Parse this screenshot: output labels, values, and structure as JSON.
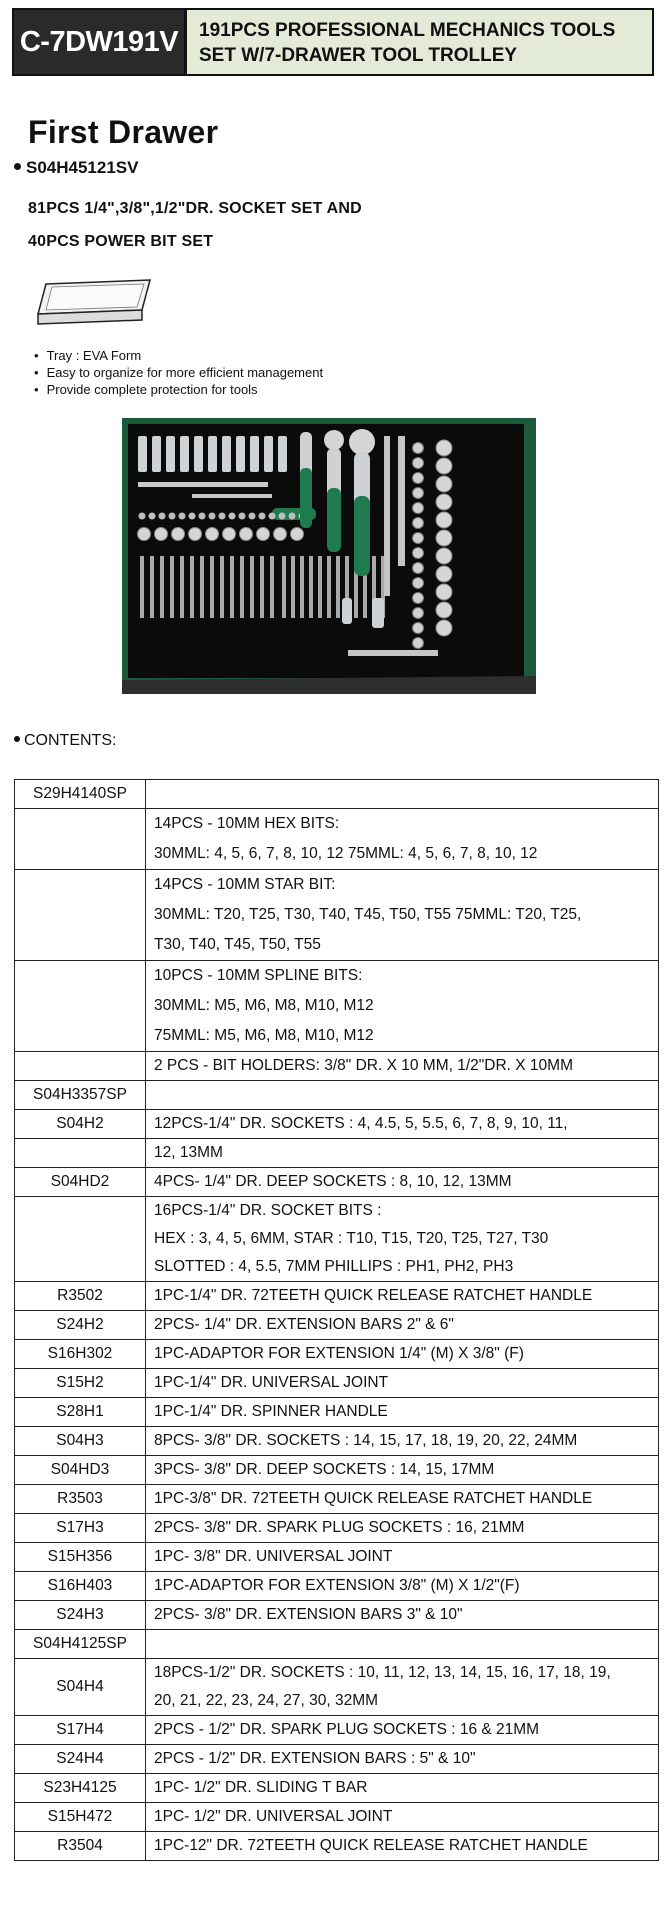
{
  "header": {
    "model": "C-7DW191V",
    "title_line1": "191PCS PROFESSIONAL MECHANICS TOOLS",
    "title_line2": "SET  W/7-DRAWER TOOL TROLLEY"
  },
  "drawer": {
    "title": "First Drawer",
    "set_code": "S04H45121SV",
    "desc_line1": "81PCS 1/4\",3/8\",1/2\"DR. SOCKET SET AND",
    "desc_line2": "40PCS POWER BIT SET"
  },
  "features": [
    "Tray : EVA Form",
    "Easy to organize for more efficient management",
    "Provide complete protection for tools"
  ],
  "contents_heading": "CONTENTS:",
  "colors": {
    "header_bg": "#e4ead8",
    "model_bg": "#2a2a2a",
    "eva_tray": "#0b0b0b",
    "handle_green": "#1f7a50"
  },
  "rows": [
    {
      "code": "S29H4140SP",
      "lines": [
        ""
      ]
    },
    {
      "code": "",
      "lines": [
        "14PCS - 10MM HEX BITS:",
        "30MML: 4, 5, 6, 7, 8, 10, 12      75MML: 4, 5, 6, 7, 8, 10, 12"
      ]
    },
    {
      "code": "",
      "lines": [
        "14PCS - 10MM STAR BIT:",
        "30MML: T20, T25, T30, T40, T45, T50, T55   75MML: T20, T25,",
        "T30, T40, T45, T50, T55"
      ]
    },
    {
      "code": "",
      "lines": [
        "10PCS - 10MM SPLINE BITS:",
        "30MML: M5, M6, M8, M10, M12",
        "75MML: M5, M6, M8, M10, M12"
      ]
    },
    {
      "code": "",
      "lines": [
        "2 PCS  - BIT HOLDERS: 3/8\" DR. X 10 MM, 1/2\"DR. X 10MM"
      ]
    },
    {
      "code": "S04H3357SP",
      "lines": [
        ""
      ]
    },
    {
      "code": "S04H2",
      "lines": [
        "12PCS-1/4\" DR. SOCKETS : 4, 4.5, 5, 5.5, 6, 7, 8, 9, 10, 11,"
      ]
    },
    {
      "code": "",
      "lines": [
        "12, 13MM"
      ]
    },
    {
      "code": "S04HD2",
      "lines": [
        "4PCS- 1/4\" DR. DEEP SOCKETS : 8, 10, 12, 13MM"
      ]
    },
    {
      "code": "",
      "lines": [
        "16PCS-1/4\" DR. SOCKET BITS :",
        "HEX : 3, 4, 5, 6MM,   STAR : T10, T15, T20, T25, T27, T30",
        "SLOTTED : 4, 5.5, 7MM  PHILLIPS : PH1,  PH2, PH3"
      ]
    },
    {
      "code": "R3502",
      "lines": [
        "1PC-1/4\" DR.  72TEETH QUICK RELEASE RATCHET HANDLE"
      ]
    },
    {
      "code": "S24H2",
      "lines": [
        "2PCS- 1/4\" DR.  EXTENSION BARS 2\" & 6\""
      ]
    },
    {
      "code": "S16H302",
      "lines": [
        "1PC-ADAPTOR FOR EXTENSION 1/4\" (M) X 3/8\" (F)"
      ]
    },
    {
      "code": "S15H2",
      "lines": [
        "1PC-1/4\" DR. UNIVERSAL JOINT"
      ]
    },
    {
      "code": "S28H1",
      "lines": [
        "1PC-1/4\" DR.  SPINNER HANDLE"
      ]
    },
    {
      "code": "S04H3",
      "lines": [
        "8PCS- 3/8\" DR. SOCKETS : 14, 15, 17, 18, 19, 20, 22, 24MM"
      ]
    },
    {
      "code": "S04HD3",
      "lines": [
        "3PCS- 3/8\" DR.  DEEP SOCKETS : 14, 15, 17MM"
      ]
    },
    {
      "code": "R3503",
      "lines": [
        "1PC-3/8\" DR.  72TEETH QUICK RELEASE RATCHET HANDLE"
      ]
    },
    {
      "code": "S17H3",
      "lines": [
        "2PCS- 3/8\" DR. SPARK PLUG SOCKETS : 16, 21MM"
      ]
    },
    {
      "code": "S15H356",
      "lines": [
        " 1PC- 3/8\" DR. UNIVERSAL JOINT"
      ]
    },
    {
      "code": "S16H403",
      "lines": [
        " 1PC-ADAPTOR FOR EXTENSION  3/8\" (M) X  1/2\"(F)"
      ]
    },
    {
      "code": "S24H3",
      "lines": [
        " 2PCS- 3/8\" DR.  EXTENSION BARS 3\" & 10\""
      ]
    },
    {
      "code": "S04H4125SP",
      "lines": [
        ""
      ]
    },
    {
      "code": "S04H4",
      "lines": [
        "18PCS-1/2\" DR. SOCKETS : 10, 11, 12, 13, 14, 15, 16, 17, 18, 19,",
        "20, 21, 22, 23, 24, 27, 30, 32MM"
      ]
    },
    {
      "code": "S17H4",
      "lines": [
        "2PCS - 1/2\" DR. SPARK PLUG SOCKETS : 16 & 21MM"
      ]
    },
    {
      "code": "S24H4",
      "lines": [
        "2PCS - 1/2\" DR. EXTENSION BARS : 5\" & 10\""
      ]
    },
    {
      "code": "S23H4125",
      "lines": [
        "1PC- 1/2\" DR. SLIDING T BAR"
      ]
    },
    {
      "code": "S15H472",
      "lines": [
        "1PC- 1/2\" DR. UNIVERSAL JOINT"
      ]
    },
    {
      "code": "R3504",
      "lines": [
        "1PC-12\" DR. 72TEETH QUICK RELEASE RATCHET HANDLE"
      ]
    }
  ]
}
